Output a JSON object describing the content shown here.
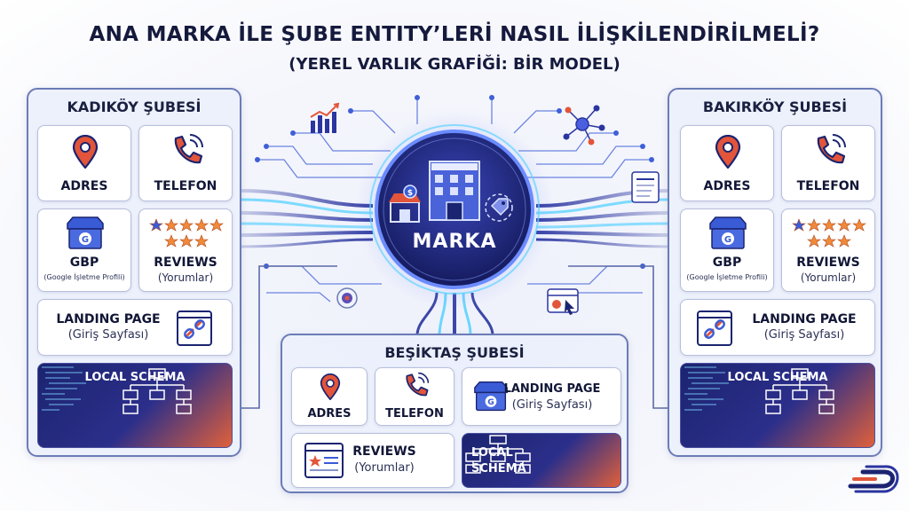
{
  "title": "ANA MARKA İLE ŞUBE ENTITY’LERİ NASIL İLİŞKİLENDİRİLMELİ?",
  "subtitle": "(YEREL VARLIK GRAFİĞİ: BİR MODEL)",
  "center": {
    "label": "MARKA"
  },
  "branches": {
    "kadikoy": {
      "title": "KADIKÖY ŞUBESİ",
      "adres": "ADRES",
      "telefon": "TELEFON",
      "gbp": "GBP",
      "gbp_sub": "(Google İşletme Profili)",
      "reviews": "REVIEWS",
      "reviews_sub": "(Yorumlar)",
      "landing": "LANDING PAGE",
      "landing_sub": "(Giriş Sayfası)",
      "schema": "LOCAL SCHEMA"
    },
    "bakirkoy": {
      "title": "BAKIRKÖY ŞUBESİ",
      "adres": "ADRES",
      "telefon": "TELEFON",
      "gbp": "GBP",
      "gbp_sub": "(Google İşletme Profili)",
      "reviews": "REVIEWS",
      "reviews_sub": "(Yorumlar)",
      "landing": "LANDING PAGE",
      "landing_sub": "(Giriş Sayfası)",
      "schema": "LOCAL SCHEMA"
    },
    "besiktas": {
      "title": "BEŞİKTAŞ ŞUBESİ",
      "adres": "ADRES",
      "telefon": "TELEFON",
      "landing": "LANDING PAGE",
      "landing_sub": "(Giriş Sayfası)",
      "reviews": "REVIEWS",
      "reviews_sub": "(Yorumlar)",
      "schema_line1": "LOCAL",
      "schema_line2": "SCHEMA"
    }
  },
  "colors": {
    "navy": "#1b2470",
    "accent_orange": "#e0603a",
    "pin_red": "#e2553a",
    "star_orange": "#f08a3a",
    "star_blue": "#3a5bd6",
    "line_blue": "#3f5fd8"
  },
  "icons": [
    "map-pin-icon",
    "phone-icon",
    "gbp-store-icon",
    "stars-icon",
    "link-icon",
    "building-icon",
    "bar-chart-icon",
    "network-icon",
    "logo-icon"
  ]
}
